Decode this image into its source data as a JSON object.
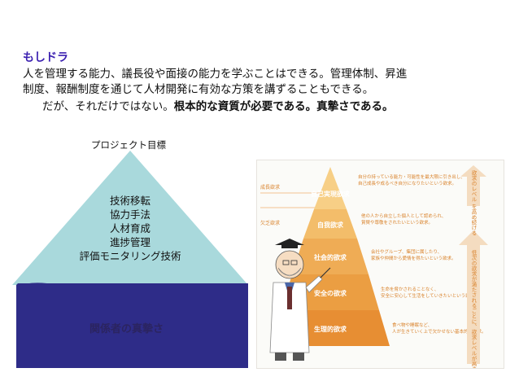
{
  "title": "もしドラ",
  "paragraph": {
    "line1": "人を管理する能力、議長役や面接の能力を学ぶことはできる。管理体制、昇進",
    "line2": "制度、報酬制度を通じて人材開発に有効な方策を講ずることもできる。",
    "line3_normal": "だが、それだけではない。",
    "line3_bold": "根本的な資質が必要である。真摯さである。"
  },
  "left_diagram": {
    "goal_label": "プロジェクト目標",
    "skills": [
      "技術移転",
      "協力手法",
      "人材育成",
      "進捗管理",
      "評価モニタリング技術"
    ],
    "foundation_label": "関係者の真摯さ",
    "colors": {
      "pyramid": "#a9d9dc",
      "foundation": "#2e2c88"
    }
  },
  "maslow": {
    "levels": [
      {
        "name": "自己実現欲求",
        "desc1": "自分の持っている能力・可能性を最大限に引き出し、",
        "desc2": "自己成長や成るべき自分になりたいという欲求。"
      },
      {
        "name": "自我欲求",
        "desc1": "他の人から自立した個人として認められ、",
        "desc2": "賞賛や尊敬をされたいという欲求。"
      },
      {
        "name": "社会的欲求",
        "desc1": "会社やグループ、集団に属したり、",
        "desc2": "家族や仲間から愛情を得たいという欲求。"
      },
      {
        "name": "安全の欲求",
        "desc1": "生命を脅かされることなく、",
        "desc2": "安全に安心して生活をしていきたいという欲求。"
      },
      {
        "name": "生理的欲求",
        "desc1": "食べ物や睡眠など、",
        "desc2": "人が生きていく上で欠かせない基本的な欲求。"
      }
    ],
    "left_labels": [
      "成長欲求",
      "欠乏欲求"
    ],
    "right_top": "欲求のレベル を高め続ける",
    "right_bottom": "低次の欲求が満たされるごとに、欲求レベルが高まっていく",
    "colors": {
      "top": "#f6c77a",
      "bottom": "#e8952e",
      "arrow": "#f4dcc0",
      "text": "#d9822b"
    }
  }
}
